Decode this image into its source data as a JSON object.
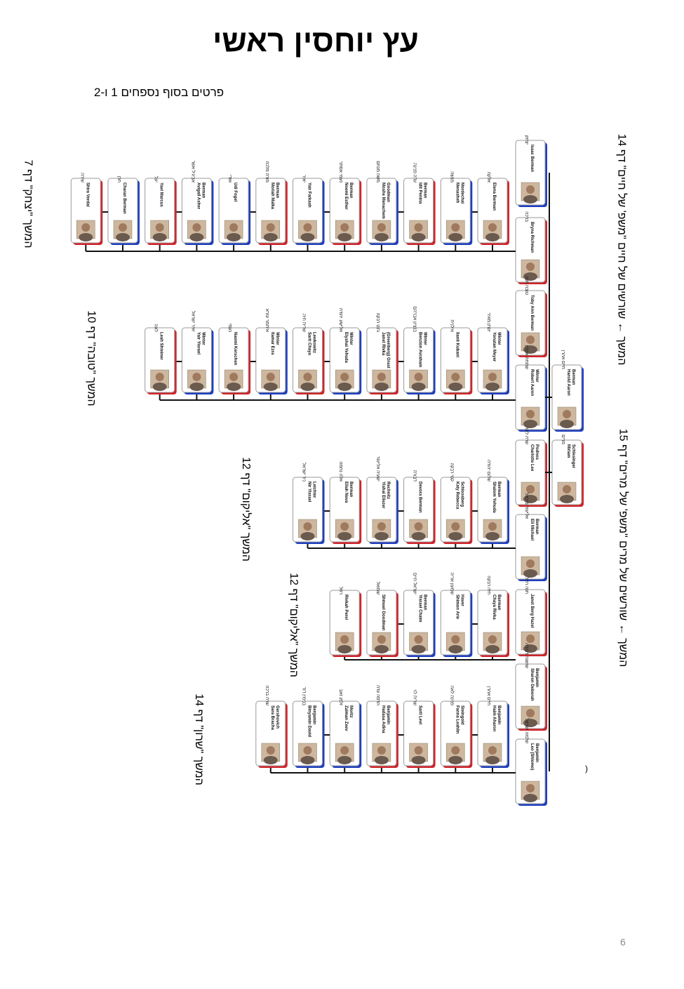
{
  "page": {
    "title": "עץ יוחסין ראשי",
    "subtitle": "פרטים בסוף נספחים 1 ו-2",
    "page_number": "6",
    "stray_paren": ")"
  },
  "colors": {
    "male": "#1f3fbf",
    "female": "#d0242a",
    "line": "#111111"
  },
  "trunk": [
    {
      "he": "יצחק",
      "en": "Isaac Berman",
      "g": "m"
    },
    {
      "he": "ברכה",
      "en": "Bryna Richman",
      "g": "f"
    },
    {
      "he": "טובה חנה",
      "en": "Toby Ann Berman",
      "g": "f"
    },
    {
      "he": "שמחה אהרון",
      "en": "Robert Aaron Winter",
      "g": "m"
    },
    {
      "he": "שרה לאה",
      "en": "Charlotte Lee Podnos",
      "g": "f"
    },
    {
      "he": "אליעזר מיכאל",
      "en": "Eli Michael Berman",
      "g": "m"
    },
    {
      "he": "חנה רחל",
      "en": "Janet Berg Hazel",
      "g": "f"
    },
    {
      "he": "שושנה דבורה",
      "en": "Sharon Deborah Benjamin",
      "g": "f"
    },
    {
      "he": "שלמה ישראל",
      "en": "Leo (Shlomo) Benjamin",
      "g": "m"
    }
  ],
  "spouses": [
    {
      "he": "חיים אהרן",
      "en": "Harold Aaron Berman",
      "g": "m"
    },
    {
      "he": "מרים",
      "en": "Miriam Schlesinger",
      "g": "f"
    }
  ],
  "rows": [
    {
      "kids": [
        {
          "he": "אלקה",
          "en": "Elena Berman",
          "g": "f"
        },
        {
          "he": "מנשה",
          "en": "Menasheh Mordechai",
          "g": "m"
        },
        {
          "he": "עדה פנינה",
          "en": "Idit Penina Berman",
          "g": "f"
        },
        {
          "he": "משה מנחם",
          "en": "Moshe Menachem Goodman",
          "g": "m"
        },
        {
          "he": "נעמי אסתר",
          "en": "Noemi Esther Berman",
          "g": "f"
        },
        {
          "he": "יאיר",
          "en": "Yair Farkash",
          "g": "m"
        },
        {
          "he": "מורה מלכה",
          "en": "Moriah Malka Berman",
          "g": "f"
        },
        {
          "he": "אודי",
          "en": "Udi Fogel",
          "g": "m"
        },
        {
          "he": "אביגיל אשר",
          "en": "Avigail Asher Berman",
          "g": "m"
        },
        {
          "he": "יעל",
          "en": "Yael Marcus",
          "g": "f"
        },
        {
          "he": "חרן",
          "en": "Charan Berman",
          "g": "m"
        },
        {
          "he": "שירה",
          "en": "Shira Verdal",
          "g": "f"
        }
      ]
    },
    {
      "kids": [
        {
          "he": "יונתן מאיר",
          "en": "Yonatan Meyer Winter",
          "g": "m"
        },
        {
          "he": "אילנית",
          "en": "Ilanit Kubani",
          "g": "f"
        },
        {
          "he": "בנציון אברהם",
          "en": "Benzion Avraham Winter",
          "g": "m"
        },
        {
          "he": "ג'נט רבקה",
          "en": "Janet Rivka (Greenberg) Grast",
          "g": "f"
        },
        {
          "he": "אלישע יהודה",
          "en": "Elyshai Yehuda Winter",
          "g": "m"
        },
        {
          "he": "שרית חיה",
          "en": "Sarit Chaya Lewkowitz",
          "g": "f"
        },
        {
          "he": "איתמר עזרא",
          "en": "Itamar Ezra Winter",
          "g": "m"
        },
        {
          "he": "נעמי",
          "en": "Naomi Kerschen",
          "g": "f"
        },
        {
          "he": "יאיר ישראל",
          "en": "Yair Yisrael Winter",
          "g": "m"
        },
        {
          "he": "לאה",
          "en": "Leah Shteiner",
          "g": "f"
        }
      ]
    },
    {
      "kids": [
        {
          "he": "שלום יהודה",
          "en": "Shalom Yehuda Berman",
          "g": "m"
        },
        {
          "he": "קטי רבקה",
          "en": "Katy Rebecca Schlossberg",
          "g": "f"
        },
        {
          "he": "דבורה",
          "en": "Devora Berman",
          "g": "f"
        },
        {
          "he": "ישעיה אליעזר",
          "en": "Yishai Eliezer Rechnitz",
          "g": "m"
        },
        {
          "he": "אלה נחמה",
          "en": "Ellah Neva Berman",
          "g": "f"
        },
        {
          "he": "ניר ישראל",
          "en": "Nir Yisrael Leichter",
          "g": "m"
        }
      ]
    },
    {
      "kids": [
        {
          "he": "חיה רבקה",
          "en": "Chaya Rivka Berman",
          "g": "f"
        },
        {
          "he": "שמעון אריה",
          "en": "Shimon Arie Haver",
          "g": "m"
        },
        {
          "he": "ישראל חיים",
          "en": "Yisrael Chaim Berman",
          "g": "m"
        },
        {
          "he": "שמואל",
          "en": "Shmuel Goodman",
          "g": "f"
        },
        {
          "he": "רחל",
          "en": "Rivkah Perel",
          "g": "f"
        }
      ]
    },
    {
      "kids": [
        {
          "he": "חיים אהרן",
          "en": "Haim Aharon Benjamin",
          "g": "m"
        },
        {
          "he": "פנינה לאה",
          "en": "Fanna Leahlin Steingold",
          "g": "f"
        },
        {
          "he": "שרית לוי",
          "en": "Sarit Levi",
          "g": "f"
        },
        {
          "he": "הדסה עדה",
          "en": "Hadasa Adina Benjamin",
          "g": "f"
        },
        {
          "he": "זלמן זאב",
          "en": "Zalman Zeev Moritz",
          "g": "m"
        },
        {
          "he": "בנימין דוד",
          "en": "Binyamin David Benjamin",
          "g": "m"
        },
        {
          "he": "שרה ברכה",
          "en": "Sara Bracha Gershovich",
          "g": "f"
        }
      ]
    }
  ],
  "notes": [
    {
      "text": "המשך ← שורשים של חיים \"משפ' של חיים\" דף 14"
    },
    {
      "text": "המשך ← שורשים של מרים \"משפ' של מרים\" דף 15"
    },
    {
      "text": "המשך \"יצחק\" דף 7"
    },
    {
      "text": "המשך \"טובה\" דף 10"
    },
    {
      "text": "המשך \"אליקום\" דף 12"
    },
    {
      "text": "המשך \"אליקום\" דף 12"
    },
    {
      "text": "המשך \"שרון\" דף 14"
    }
  ]
}
